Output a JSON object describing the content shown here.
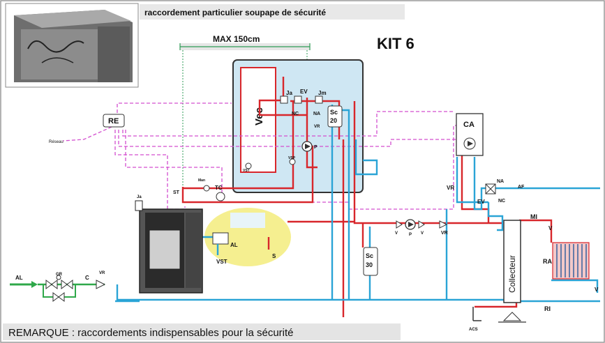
{
  "header": {
    "caption": "raccordement particulier soupape de sécurité",
    "kit_title": "KIT 6",
    "max_dimension": "MAX 150cm"
  },
  "footer": {
    "remark": "REMARQUE : raccordements indispensables pour la sécurité"
  },
  "labels": {
    "vec": "Vec",
    "ja_top": "Ja",
    "ev_top": "EV",
    "jm": "Jm",
    "nc_top": "NC",
    "na_top": "NA",
    "vr_top": "VR",
    "p_top": "P",
    "sc20_a": "Sc",
    "sc20_b": "20",
    "vst_small": "VST",
    "vsp_small": "VSP",
    "re": "RE",
    "reseau": "Réseau",
    "ca": "CA",
    "vr_right": "VR",
    "na_right": "NA",
    "ev_right": "EV",
    "nc_right": "NC",
    "af": "AF",
    "mi": "MI",
    "ra": "RA",
    "ri": "RI",
    "v_top": "V",
    "v_bottom": "V",
    "st": "ST",
    "man": "Man",
    "tc": "TC",
    "ja_left": "Ja",
    "al_mid": "AL",
    "vst_mid": "VST",
    "s": "S",
    "pump_v1": "V",
    "pump_p": "P",
    "pump_v2": "V",
    "vr_mid": "VR",
    "sc30_a": "Sc",
    "sc30_b": "30",
    "collecteur": "Collecteur",
    "acs": "ACS",
    "al_left": "AL",
    "gr": "GR",
    "c": "C",
    "vr_left": "VR"
  },
  "colors": {
    "hot": "#d8262b",
    "cold": "#2aa4d6",
    "signal": "#d34fcf",
    "guide": "#2e9b55",
    "feed": "#2fa84a",
    "tank_fill": "#cfe7f3",
    "safety_zone": "#f4ee8a",
    "kit_box": "#e4e4e4"
  },
  "icons": [
    "stove-photo",
    "pump-icon",
    "valve-icon",
    "radiator-icon",
    "expansion-vessel-icon",
    "boiler-icon"
  ]
}
